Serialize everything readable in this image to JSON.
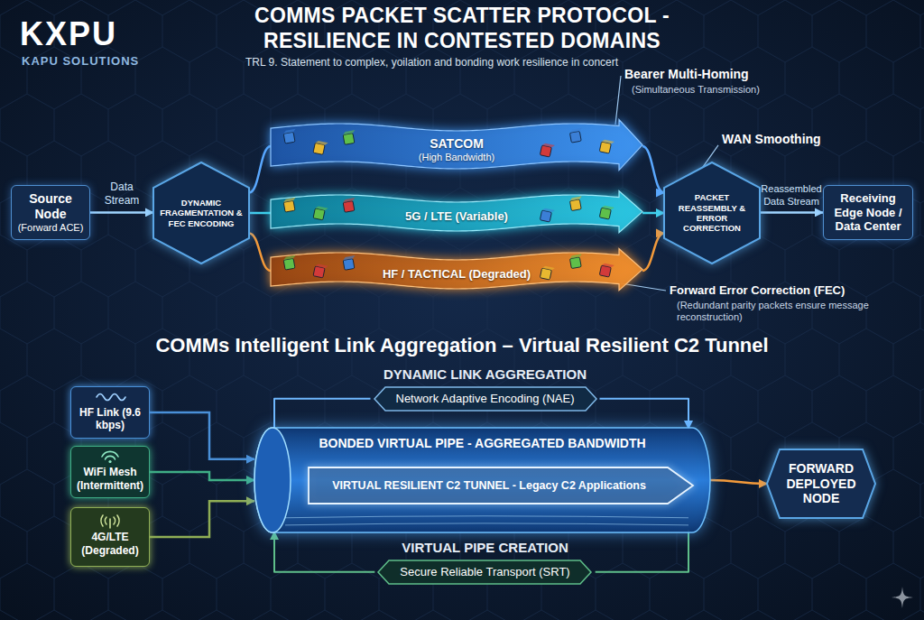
{
  "diagram": {
    "title": "COMMS PACKET SCATTER PROTOCOL - RESILIENCE IN CONTESTED DOMAINS",
    "nodes": [
      {
        "text": [
          "Source Node",
          "(Forward ACE)"
        ]
      },
      {
        "text": [
          "DYNAMIC FRAGMENTATION & FEC ENCODING"
        ]
      },
      {
        "text": [
          "SATCOM",
          "(High Bandwidth)"
        ]
      },
      {
        "text": [
          "5G / LTE (Variable)"
        ]
      },
      {
        "text": [
          "HF / TACTICAL (Degraded)"
        ]
      },
      {
        "text": [
          "PACKET REASSEMBLY & ERROR CORRECTION"
        ]
      },
      {
        "text": [
          "Receiving Edge Node / Data Center"
        ]
      },
      {
        "text": [
          "DYNAMIC LINK AGGREGATION",
          "Network Adaptive Encoding (NAE)"
        ]
      },
      {
        "text": [
          "HF Link (9.6 kbps)"
        ]
      },
      {
        "text": [
          "WiFi Mesh (Intermittent)"
        ]
      },
      {
        "text": [
          "4G/LTE (Degraded)"
        ]
      },
      {
        "text": [
          "BONDED VIRTUAL PIPE - AGGREGATED BANDWIDTH"
        ]
      },
      {
        "text": [
          "VIRTUAL RESILIENT C2 TUNNEL - Legacy C2 Applications"
        ],
        "in": 11
      },
      {
        "text": [
          "FORWARD DEPLOYED NODE"
        ]
      },
      {
        "text": [
          "VIRTUAL PIPE CREATION",
          "Secure Reliable Transport (SRT)"
        ]
      }
    ],
    "edges": [
      {
        "from": 0,
        "to": 1,
        "arrow": "to",
        "label": "Data Stream"
      },
      {
        "from": 1,
        "to": 2,
        "arrow": "none"
      },
      {
        "from": 1,
        "to": 3,
        "arrow": "none"
      },
      {
        "from": 1,
        "to": 4,
        "arrow": "none"
      },
      {
        "from": 2,
        "to": 5,
        "arrow": "to"
      },
      {
        "from": 3,
        "to": 5,
        "arrow": "to"
      },
      {
        "from": 4,
        "to": 5,
        "arrow": "to"
      },
      {
        "from": 5,
        "to": 6,
        "arrow": "to",
        "label": "Reassembled Data Stream"
      },
      {
        "from": 8,
        "to": 11,
        "arrow": "to"
      },
      {
        "from": 9,
        "to": 11,
        "arrow": "to"
      },
      {
        "from": 10,
        "to": 11,
        "arrow": "to"
      },
      {
        "from": 11,
        "to": 13,
        "arrow": "to"
      }
    ],
    "labels": [
      "KXPU",
      "KAPU SOLUTIONS",
      "TRL 9. Statement to complex, yoilation and bonding work resilience in concert",
      "Bearer Multi-Homing",
      "(Simultaneous Transmission)",
      "WAN Smoothing",
      "Forward Error Correction (FEC)",
      "(Redundant parity packets ensure message reconstruction)",
      "COMMs Intelligent Link Aggregation – Virtual Resilient C2 Tunnel"
    ]
  }
}
